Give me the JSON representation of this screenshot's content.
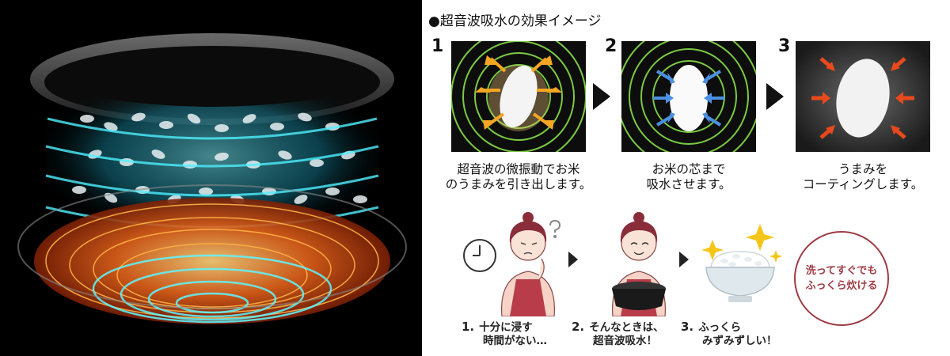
{
  "title": "●超音波吸水の効果イメージ",
  "steps": [
    {
      "num": "1",
      "caption_line1": "超音波の微振動でお米",
      "caption_line2": "のうまみを引き出します。"
    },
    {
      "num": "2",
      "caption_line1": "お米の芯まで",
      "caption_line2": "吸水させます。"
    },
    {
      "num": "3",
      "caption_line1": "うまみを",
      "caption_line2": "コーティングします。"
    }
  ],
  "lower_steps": [
    {
      "num": "1.",
      "line1": "十分に浸す",
      "line2": "時間がない…"
    },
    {
      "num": "2.",
      "line1": "そんなときは、",
      "line2": "超音波吸水！"
    },
    {
      "num": "3.",
      "line1": "ふっくら",
      "line2": "みずみずしい！"
    }
  ],
  "badge": {
    "line1": "洗ってすぐでも",
    "line2": "ふっくら炊ける"
  },
  "colors": {
    "accent": "#9e3b44",
    "green_wave": "#7ac943",
    "orange_arrow": "#f5a623",
    "blue_arrow": "#4a90e2",
    "red_arrow": "#e8491d"
  }
}
